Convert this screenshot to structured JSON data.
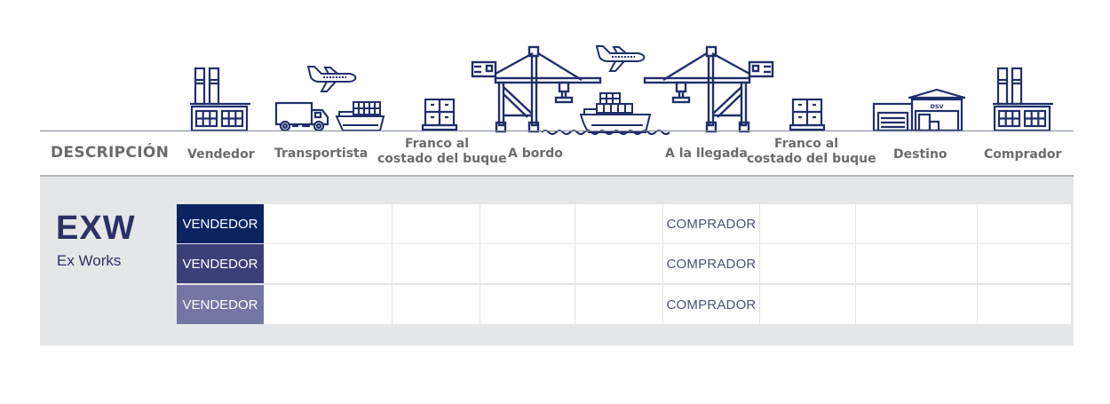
{
  "header": {
    "description_label": "DESCRIPCIÓN",
    "columns": [
      {
        "id": "vendedor",
        "label": "Vendedor",
        "icon": "factory-icon"
      },
      {
        "id": "transportista",
        "label": "Transportista",
        "icon": "truck-ship-plane-icon"
      },
      {
        "id": "fas-origin",
        "label_line1": "Franco al",
        "label_line2": "costado del buque",
        "icon": "pallet-boxes-icon"
      },
      {
        "id": "a-bordo",
        "label": "A bordo",
        "icon": "port-crane-icon"
      },
      {
        "id": "transit",
        "label": "",
        "icon": "container-ship-plane-icon"
      },
      {
        "id": "a-la-llegada",
        "label": "A la llegada",
        "icon": "port-crane-icon"
      },
      {
        "id": "fas-dest",
        "label_line1": "Franco al",
        "label_line2": "costado del buque",
        "icon": "pallet-boxes-icon"
      },
      {
        "id": "destino",
        "label": "Destino",
        "icon": "warehouse-icon",
        "warehouse_sign": "DSV"
      },
      {
        "id": "comprador",
        "label": "Comprador",
        "icon": "factory-icon"
      }
    ]
  },
  "incoterm": {
    "code": "EXW",
    "name": "Ex Works",
    "rows": [
      {
        "seller_label": "VENDEDOR",
        "buyer_label": "COMPRADOR",
        "seller_color": "#0b2461"
      },
      {
        "seller_label": "VENDEDOR",
        "buyer_label": "COMPRADOR",
        "seller_color": "#3a3f78"
      },
      {
        "seller_label": "VENDEDOR",
        "buyer_label": "COMPRADOR",
        "seller_color": "#7376a4"
      }
    ]
  },
  "colors": {
    "icon_navy": "#1f2f6b",
    "header_text": "#6b6b6b",
    "panel_bg": "#e5e6e8",
    "term_text": "#2a3166",
    "buyer_text": "#47527a"
  }
}
